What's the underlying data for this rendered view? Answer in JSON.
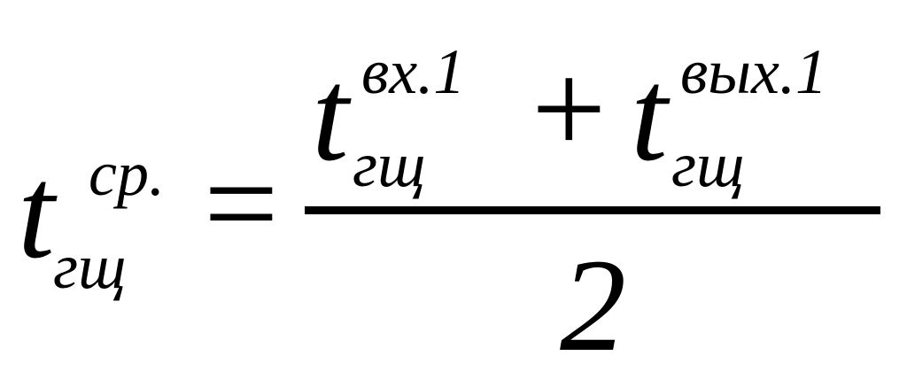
{
  "formula": {
    "lhs": {
      "base": "t",
      "superscript": "ср.",
      "subscript": "гщ"
    },
    "equals": "=",
    "numerator": {
      "term1": {
        "base": "t",
        "superscript": "вх.1",
        "subscript": "гщ"
      },
      "plus": "+",
      "term2": {
        "base": "t",
        "superscript": "вых.1",
        "subscript": "гщ"
      }
    },
    "denominator": "2"
  }
}
